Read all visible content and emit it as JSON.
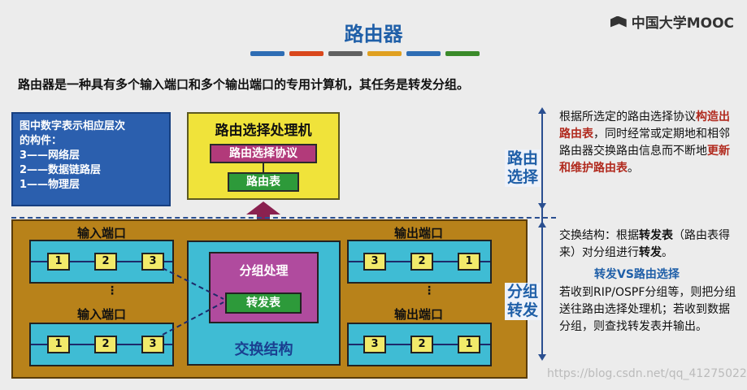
{
  "header": {
    "title": "路由器",
    "brand": "中国大学MOOC",
    "stripe_colors": [
      "#2e6db4",
      "#d9471c",
      "#606060",
      "#e0a020",
      "#2e6db4",
      "#3a8a2a"
    ]
  },
  "intro": "路由器是一种具有多个输入端口和多个输出端口的专用计算机，其任务是转发分组。",
  "legend": {
    "line1": "图中数字表示相应层次",
    "line2": "的构件：",
    "line3": "3——网络层",
    "line4": "2——数据链路层",
    "line5": "1——物理层"
  },
  "routing_processor": {
    "title": "路由选择处理机",
    "protocol": "路由选择协议",
    "table": "路由表"
  },
  "switch_fabric": {
    "packet_processing": "分组处理",
    "forwarding_table": "转发表",
    "title": "交换结构"
  },
  "ports": {
    "input_label": "输入端口",
    "output_label": "输出端口",
    "dots": "⋮",
    "input_cells": [
      "1",
      "2",
      "3"
    ],
    "output_cells": [
      "3",
      "2",
      "1"
    ]
  },
  "side": {
    "routing_tag": "路由选择",
    "forwarding_tag": "分组转发",
    "routing_desc": {
      "p1": "根据所选定的路由选择协议",
      "p2": "构造出路由表",
      "p3": "，同时经常或定期地和相邻路由器交换路由信息而不断地",
      "p4": "更新和维护路由表",
      "p5": "。"
    },
    "switch_desc": {
      "p1": "交换结构：根据",
      "p2": "转发表",
      "p3": "（路由表得来）",
      "p4": "对分组进行",
      "p5": "转发",
      "p6": "。"
    },
    "compare": "转发VS路由选择",
    "forward_desc": "若收到RIP/OSPF分组等，则把分组送往路由选择处理机；若收到数据分组，则查找转发表并输出。"
  },
  "watermark": "https://blog.csdn.net/qq_41275022"
}
